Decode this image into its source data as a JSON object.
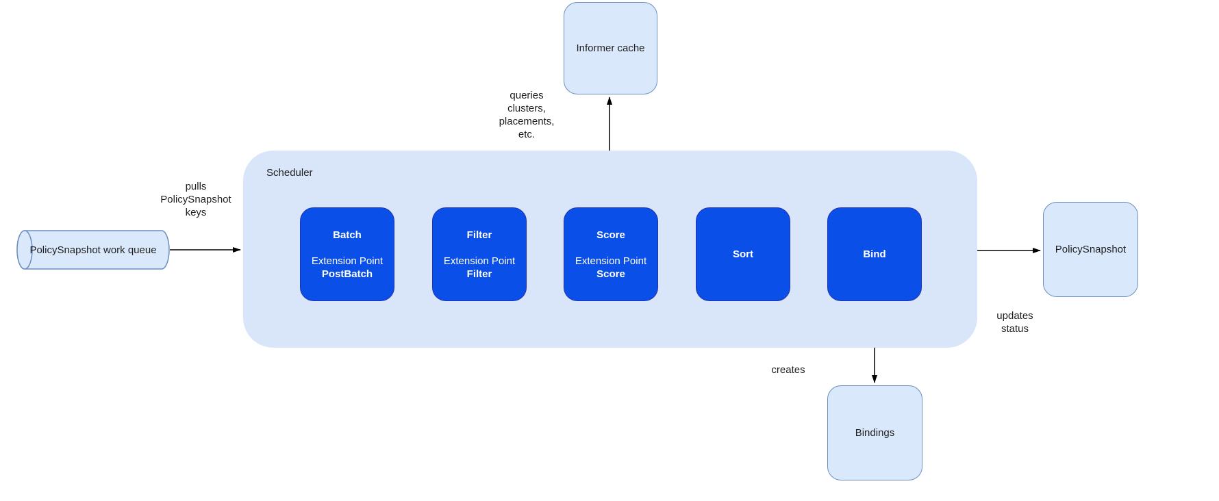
{
  "colors": {
    "background": "#ffffff",
    "stage_fill": "#0a50e8",
    "stage_border": "#2030b0",
    "stage_text": "#ffffff",
    "light_node_fill": "#dae8fc",
    "light_node_border": "#6c8ebf",
    "scheduler_container_fill": "#d9e5f8",
    "arrow": "#000000",
    "label_text": "#1f1f1f"
  },
  "nodes": {
    "work_queue": {
      "label": "PolicySnapshot work queue",
      "shape": "cylinder"
    },
    "informer_cache": {
      "label": "Informer cache"
    },
    "policy_snapshot": {
      "label": "PolicySnapshot"
    },
    "bindings": {
      "label": "Bindings"
    }
  },
  "scheduler": {
    "label": "Scheduler",
    "stages": [
      {
        "title": "Batch",
        "extension_point_label": "Extension Point",
        "extension_point": "PostBatch"
      },
      {
        "title": "Filter",
        "extension_point_label": "Extension Point",
        "extension_point": "Filter"
      },
      {
        "title": "Score",
        "extension_point_label": "Extension Point",
        "extension_point": "Score"
      },
      {
        "title": "Sort"
      },
      {
        "title": "Bind"
      }
    ]
  },
  "edge_labels": {
    "pulls": "pulls\nPolicySnapshot\nkeys",
    "queries": "queries\nclusters,\nplacements,\netc.",
    "updates": "updates\nstatus",
    "creates": "creates"
  }
}
